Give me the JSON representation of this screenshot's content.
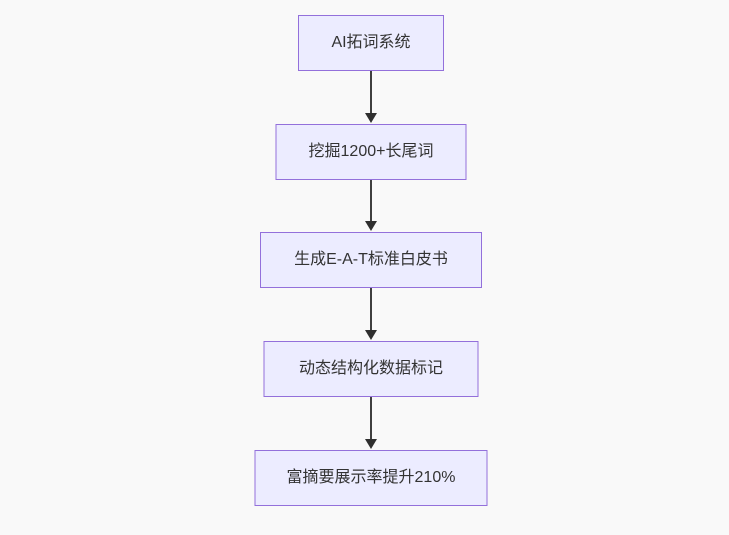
{
  "diagram": {
    "type": "flowchart-top-down",
    "colors": {
      "background": "#f9f9f9",
      "node_fill": "#ececff",
      "node_border": "#9370db",
      "edge_line": "#3f3f3f",
      "text": "#333333"
    },
    "nodes": [
      {
        "id": "A",
        "label": "AI拓词系统"
      },
      {
        "id": "B",
        "label": "挖掘1200+长尾词"
      },
      {
        "id": "C",
        "label": "生成E-A-T标准白皮书"
      },
      {
        "id": "D",
        "label": "动态结构化数据标记"
      },
      {
        "id": "E",
        "label": "富摘要展示率提升210%"
      }
    ],
    "edges": [
      {
        "from": "A",
        "to": "B"
      },
      {
        "from": "B",
        "to": "C"
      },
      {
        "from": "C",
        "to": "D"
      },
      {
        "from": "D",
        "to": "E"
      }
    ]
  }
}
